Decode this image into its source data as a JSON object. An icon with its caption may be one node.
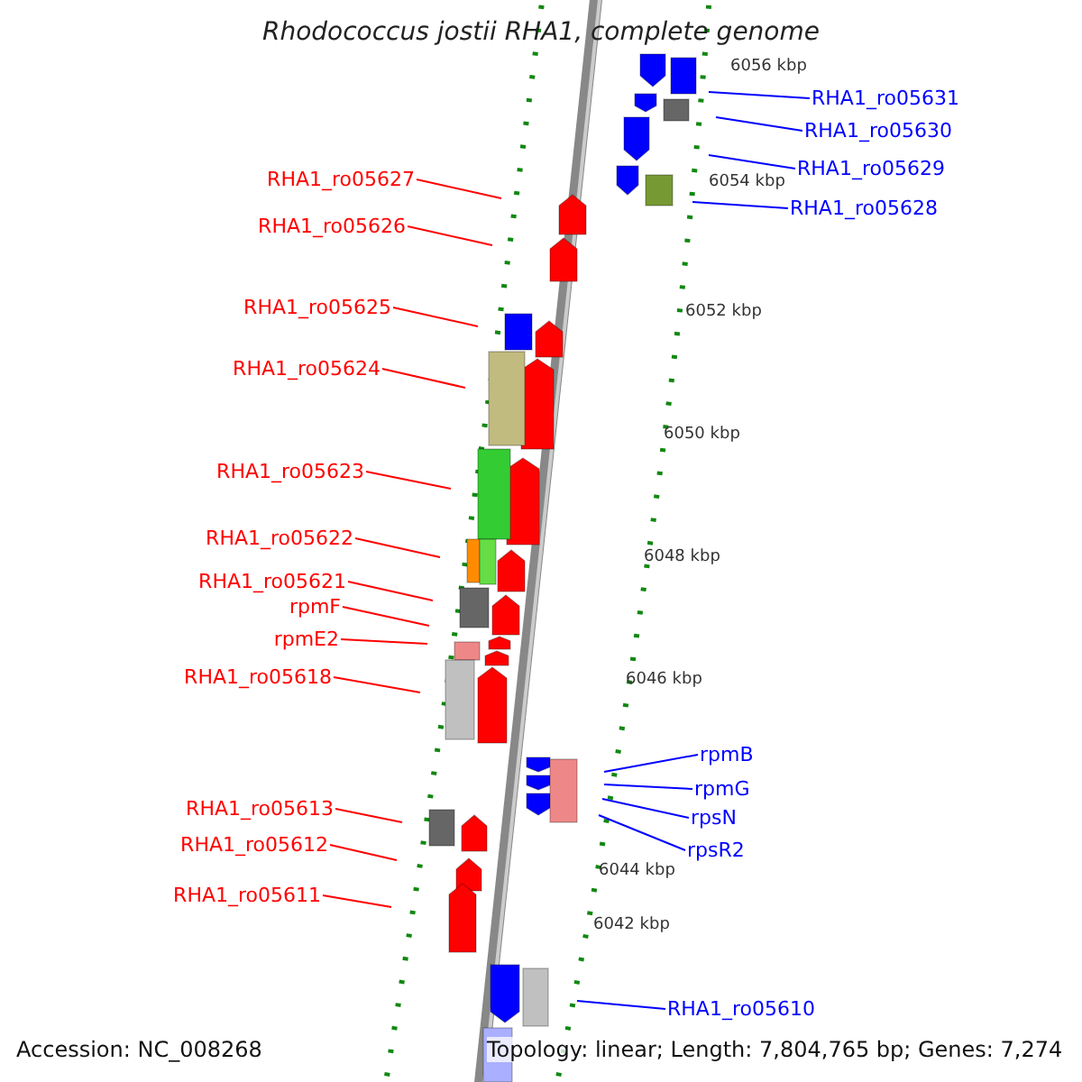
{
  "diagram": {
    "title": "Rhodococcus jostii RHA1, complete genome",
    "nodes": [
      {
        "text": [
          "RHA1_ro05631"
        ]
      },
      {
        "text": [
          "RHA1_ro05630"
        ]
      },
      {
        "text": [
          "RHA1_ro05629"
        ]
      },
      {
        "text": [
          "RHA1_ro05627"
        ]
      },
      {
        "text": [
          "RHA1_ro05628"
        ]
      },
      {
        "text": [
          "RHA1_ro05626"
        ]
      },
      {
        "text": [
          "RHA1_ro05625"
        ]
      },
      {
        "text": [
          "RHA1_ro05624"
        ]
      },
      {
        "text": [
          "RHA1_ro05623"
        ]
      },
      {
        "text": [
          "RHA1_ro05622"
        ]
      },
      {
        "text": [
          "RHA1_ro05621"
        ]
      },
      {
        "text": [
          "rpmF"
        ]
      },
      {
        "text": [
          "rpmE2"
        ]
      },
      {
        "text": [
          "RHA1_ro05618"
        ]
      },
      {
        "text": [
          "rpmB"
        ]
      },
      {
        "text": [
          "rpmG"
        ]
      },
      {
        "text": [
          "RHA1_ro05613"
        ]
      },
      {
        "text": [
          "rpsN"
        ]
      },
      {
        "text": [
          "RHA1_ro05612"
        ]
      },
      {
        "text": [
          "rpsR2"
        ]
      },
      {
        "text": [
          "RHA1_ro05611"
        ]
      },
      {
        "text": [
          "RHA1_ro05610"
        ]
      }
    ],
    "edges": [
      {
        "from": 0,
        "to": null,
        "arrow": "none",
        "color": "#0000ff"
      },
      {
        "from": 1,
        "to": null,
        "arrow": "none",
        "color": "#0000ff"
      },
      {
        "from": 2,
        "to": null,
        "arrow": "none",
        "color": "#0000ff"
      },
      {
        "from": 3,
        "to": null,
        "arrow": "none"
      },
      {
        "from": 4,
        "to": null,
        "arrow": "none",
        "color": "#0000ff"
      },
      {
        "from": 5,
        "to": null,
        "arrow": "none"
      },
      {
        "from": 6,
        "to": null,
        "arrow": "none"
      },
      {
        "from": 7,
        "to": null,
        "arrow": "none"
      },
      {
        "from": 8,
        "to": null,
        "arrow": "none"
      },
      {
        "from": 9,
        "to": null,
        "arrow": "none"
      },
      {
        "from": 10,
        "to": null,
        "arrow": "none"
      },
      {
        "from": 11,
        "to": null,
        "arrow": "none"
      },
      {
        "from": 12,
        "to": null,
        "arrow": "none"
      },
      {
        "from": 13,
        "to": null,
        "arrow": "none"
      },
      {
        "from": 14,
        "to": null,
        "arrow": "none",
        "color": "#0000ff"
      },
      {
        "from": 15,
        "to": null,
        "arrow": "none",
        "color": "#0000ff"
      },
      {
        "from": 16,
        "to": null,
        "arrow": "none"
      },
      {
        "from": 17,
        "to": null,
        "arrow": "none",
        "color": "#0000ff"
      },
      {
        "from": 18,
        "to": null,
        "arrow": "none"
      },
      {
        "from": 19,
        "to": null,
        "arrow": "none",
        "color": "#0000ff"
      },
      {
        "from": 20,
        "to": null,
        "arrow": "none"
      },
      {
        "from": 21,
        "to": null,
        "arrow": "none",
        "color": "#0000ff"
      }
    ],
    "labels": [
      "6056 kbp",
      "6054 kbp",
      "6052 kbp",
      "6050 kbp",
      "6048 kbp",
      "6046 kbp",
      "6044 kbp",
      "6042 kbp",
      "Accession: NC_008268",
      "Topology: linear; Length: 7,804,765 bp; Genes: 7,274"
    ]
  }
}
